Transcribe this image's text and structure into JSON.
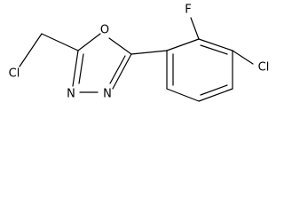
{
  "molecule": {
    "atoms": {
      "cl_left": "Cl",
      "o_ring": "O",
      "n_left": "N",
      "n_right": "N",
      "f": "F",
      "cl_right": "Cl"
    },
    "colors": {
      "ink": "#000000",
      "background": "#ffffff"
    }
  }
}
